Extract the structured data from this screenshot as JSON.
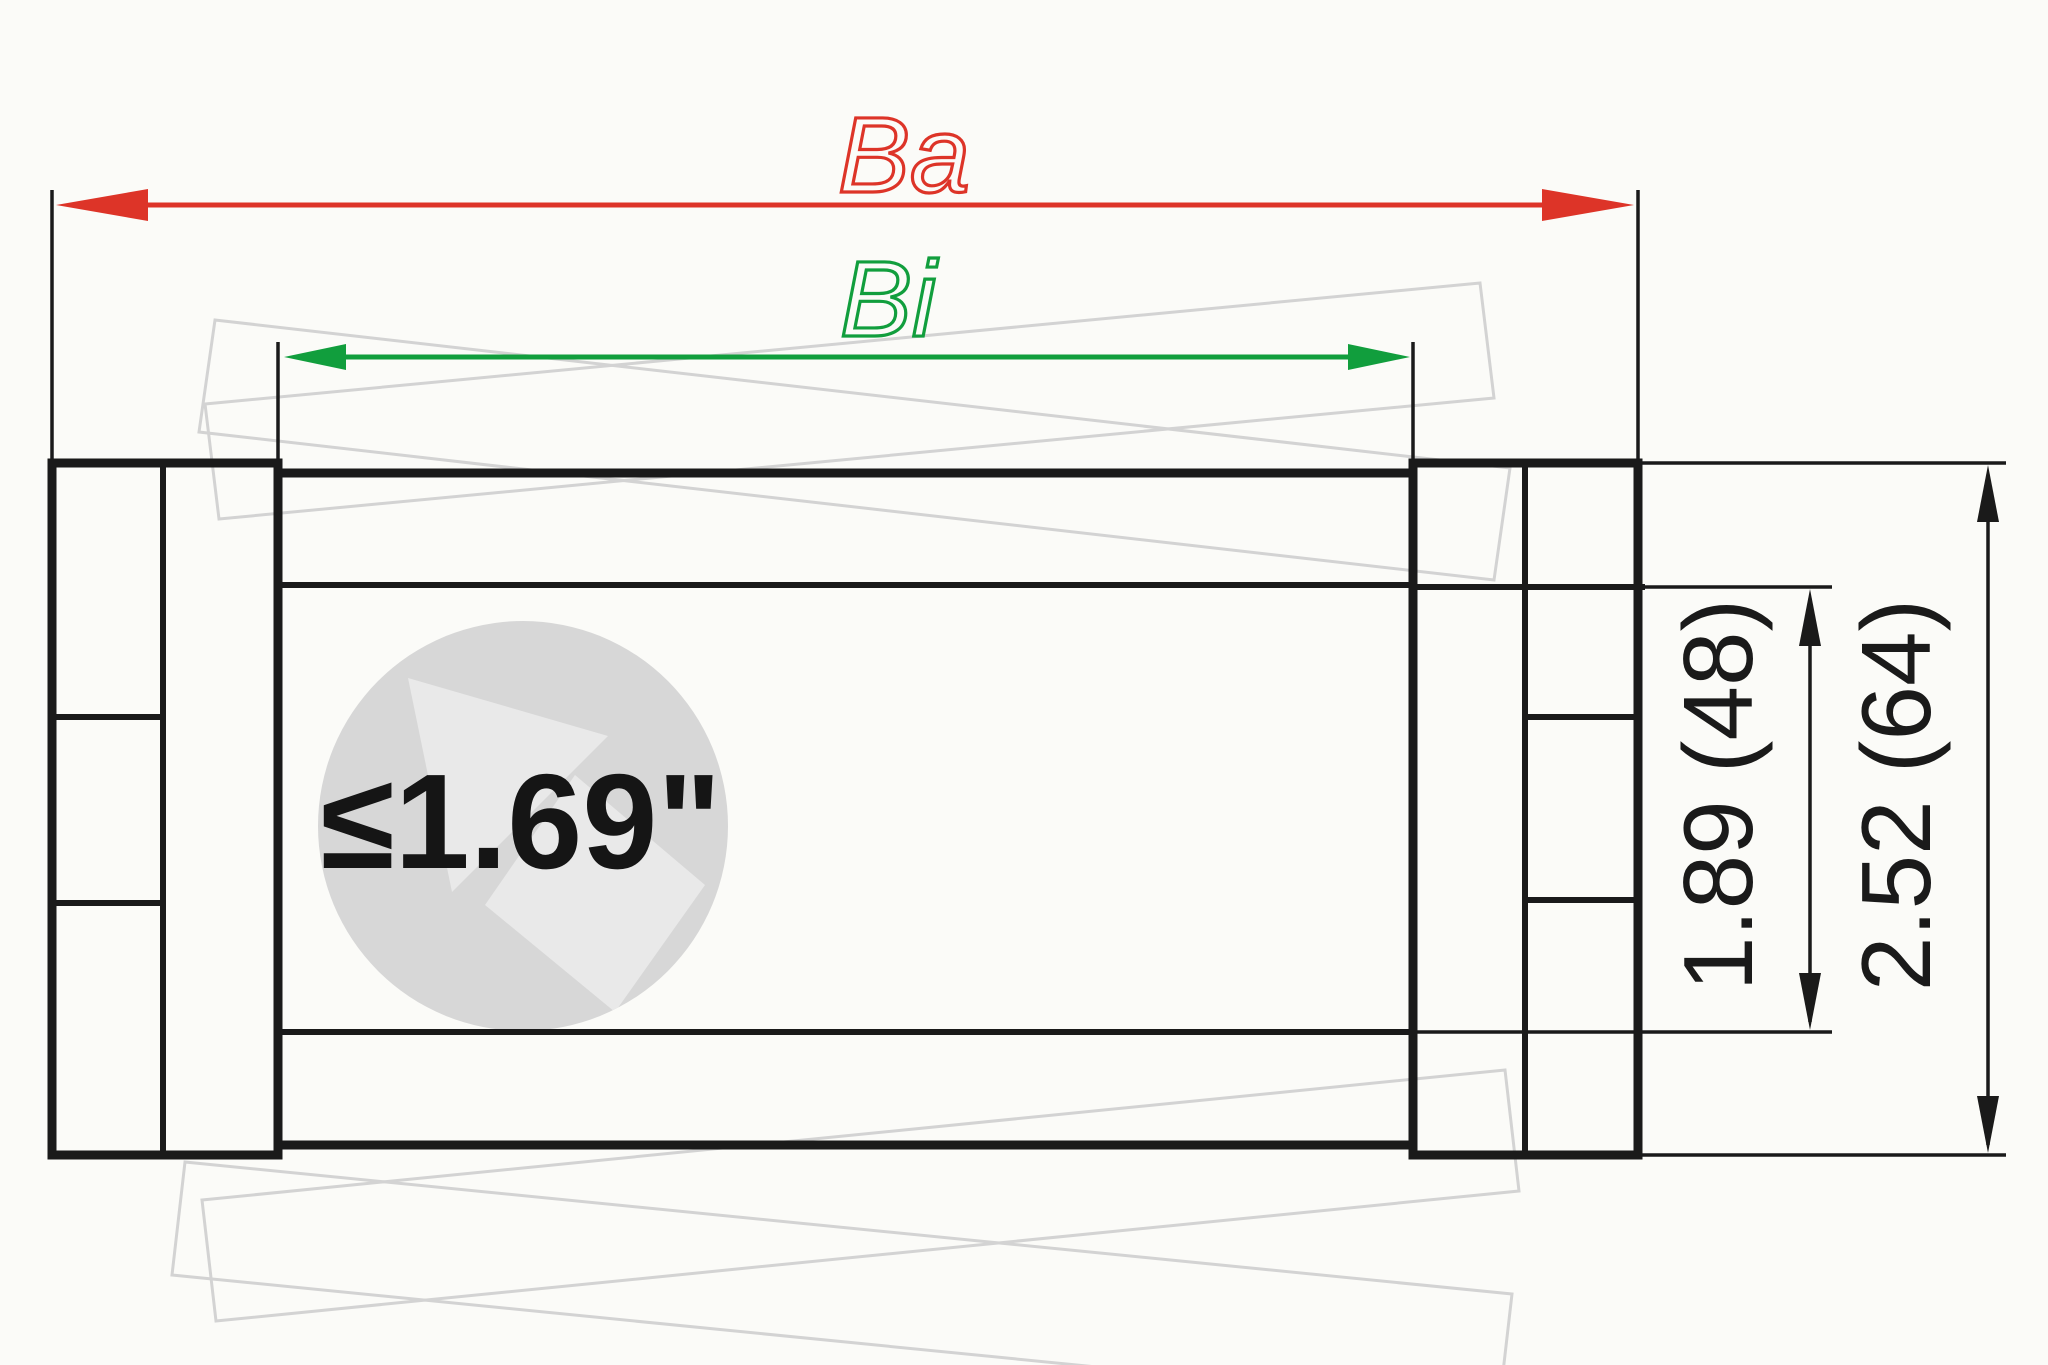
{
  "diagram": {
    "dimensions": {
      "outer_width": {
        "label": "Ba",
        "color": "#dd3428"
      },
      "inner_width": {
        "label": "Bi",
        "color": "#119e3d"
      },
      "inner_height": {
        "label": "1.89 (48)",
        "color": "#1a1a1a"
      },
      "outer_height": {
        "label": "2.52 (64)",
        "color": "#1a1a1a"
      }
    },
    "watermark": {
      "label": "≤1.69\"",
      "circle_color": "#d7d7d7",
      "arrow_color": "#e9e9e9"
    },
    "colors": {
      "line": "#1a1a1a",
      "ghost": "#d3d3d3",
      "background": "#fbfbf8"
    }
  }
}
